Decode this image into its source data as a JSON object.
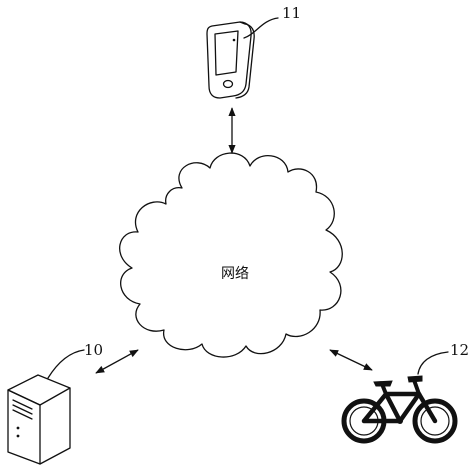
{
  "network": {
    "label": "网络"
  },
  "nodes": {
    "mobile": {
      "ref": "11",
      "icon": "mobile-device-icon"
    },
    "server": {
      "ref": "10",
      "icon": "server-tower-icon"
    },
    "bicycle": {
      "ref": "12",
      "icon": "bicycle-icon"
    }
  },
  "links": [
    {
      "from": "mobile",
      "to": "network",
      "direction": "bidirectional"
    },
    {
      "from": "server",
      "to": "network",
      "direction": "bidirectional"
    },
    {
      "from": "bicycle",
      "to": "network",
      "direction": "bidirectional"
    }
  ],
  "colors": {
    "ink": "#111111",
    "background": "#ffffff"
  }
}
